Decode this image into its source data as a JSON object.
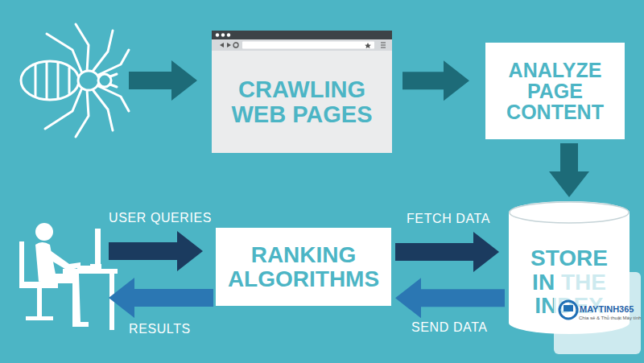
{
  "diagram": {
    "nodes": [
      {
        "text": [
          "CRAWLING WEB PAGES"
        ]
      },
      {
        "text": [
          "ANALYZE PAGE CONTENT"
        ]
      },
      {
        "text": [
          "RANKING ALGORITHMS"
        ]
      },
      {
        "text": [
          "STORE IN THE INDEX"
        ]
      }
    ],
    "edges": [
      {
        "from": 0,
        "to": 1,
        "arrow": "to"
      },
      {
        "from": 1,
        "to": 3,
        "arrow": "to"
      },
      {
        "from": 2,
        "to": 3,
        "label": "FETCH DATA",
        "arrow": "to"
      },
      {
        "from": 3,
        "to": 2,
        "label": "SEND DATA",
        "arrow": "to"
      }
    ],
    "labels": [
      "USER QUERIES",
      "RESULTS",
      "MAYTINH365",
      "Chia sẻ & Thủ thuật Máy tính"
    ]
  }
}
